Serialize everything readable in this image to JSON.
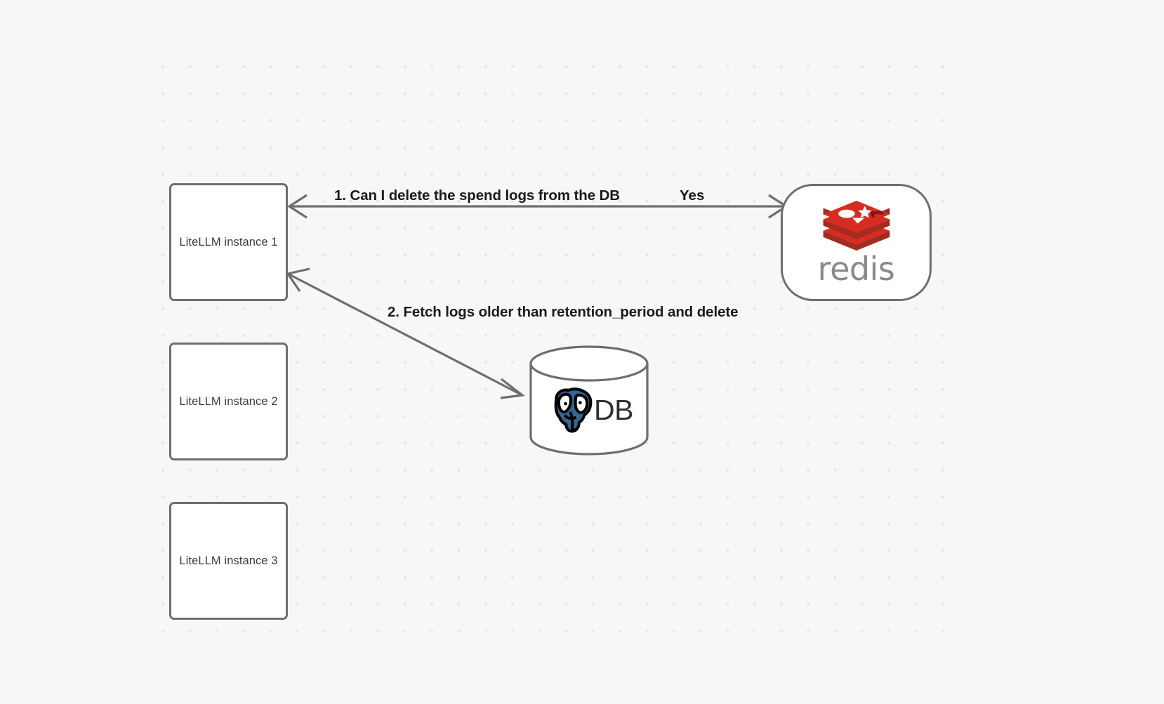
{
  "diagram": {
    "background_color": "#f7f7f7",
    "grid_dot_color": "#e6e7e8",
    "node_border_color": "#6e6e6e",
    "edge_color": "#6e6e6e",
    "nodes": [
      {
        "id": "instance-1",
        "label": "LiteLLM instance 1",
        "shape": "rounded-rect"
      },
      {
        "id": "instance-2",
        "label": "LiteLLM instance 2",
        "shape": "rounded-rect"
      },
      {
        "id": "instance-3",
        "label": "LiteLLM instance 3",
        "shape": "rounded-rect"
      },
      {
        "id": "redis",
        "label": "redis",
        "shape": "stadium",
        "logo": "redis-logo-icon",
        "brand_color": "#d82c20",
        "wordmark_color": "#8a8a8a"
      },
      {
        "id": "database",
        "label": "DB",
        "shape": "cylinder",
        "logo": "postgresql-elephant-icon",
        "brand_color": "#336791"
      }
    ],
    "edges": [
      {
        "id": "edge-1",
        "from": "instance-1",
        "to": "redis",
        "label": "1.  Can I delete the spend logs from the DB",
        "reply_label": "Yes",
        "bidirectional": true
      },
      {
        "id": "edge-2",
        "from": "database",
        "to": "instance-1",
        "label": "2.  Fetch logs older than retention_period and delete",
        "bidirectional": false
      }
    ]
  },
  "labels": {
    "instance_1": "LiteLLM instance 1",
    "instance_2": "LiteLLM instance 2",
    "instance_3": "LiteLLM instance 3",
    "redis_wordmark": "redis",
    "db_text": "DB",
    "step_1": "1.  Can I delete the spend logs from the DB",
    "yes": "Yes",
    "step_2": "2.  Fetch logs older than retention_period and delete"
  }
}
